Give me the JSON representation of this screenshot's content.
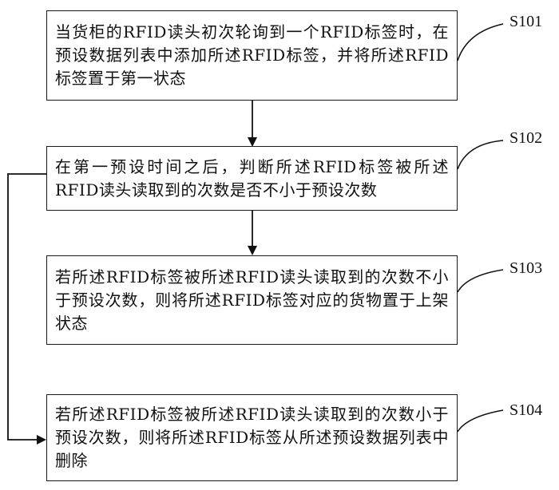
{
  "steps": [
    {
      "id": "S101",
      "text": "当货柜的RFID读头初次轮询到一个RFID标签时，在预设数据列表中添加所述RFID标签，并将所述RFID标签置于第一状态"
    },
    {
      "id": "S102",
      "text": "在第一预设时间之后，判断所述RFID标签被所述RFID读头读取到的次数是否不小于预设次数"
    },
    {
      "id": "S103",
      "text": "若所述RFID标签被所述RFID读头读取到的次数不小于预设次数，则将所述RFID标签对应的货物置于上架状态"
    },
    {
      "id": "S104",
      "text": "若所述RFID标签被所述RFID读头读取到的次数小于预设次数，则将所述RFID标签从所述预设数据列表中删除"
    }
  ]
}
